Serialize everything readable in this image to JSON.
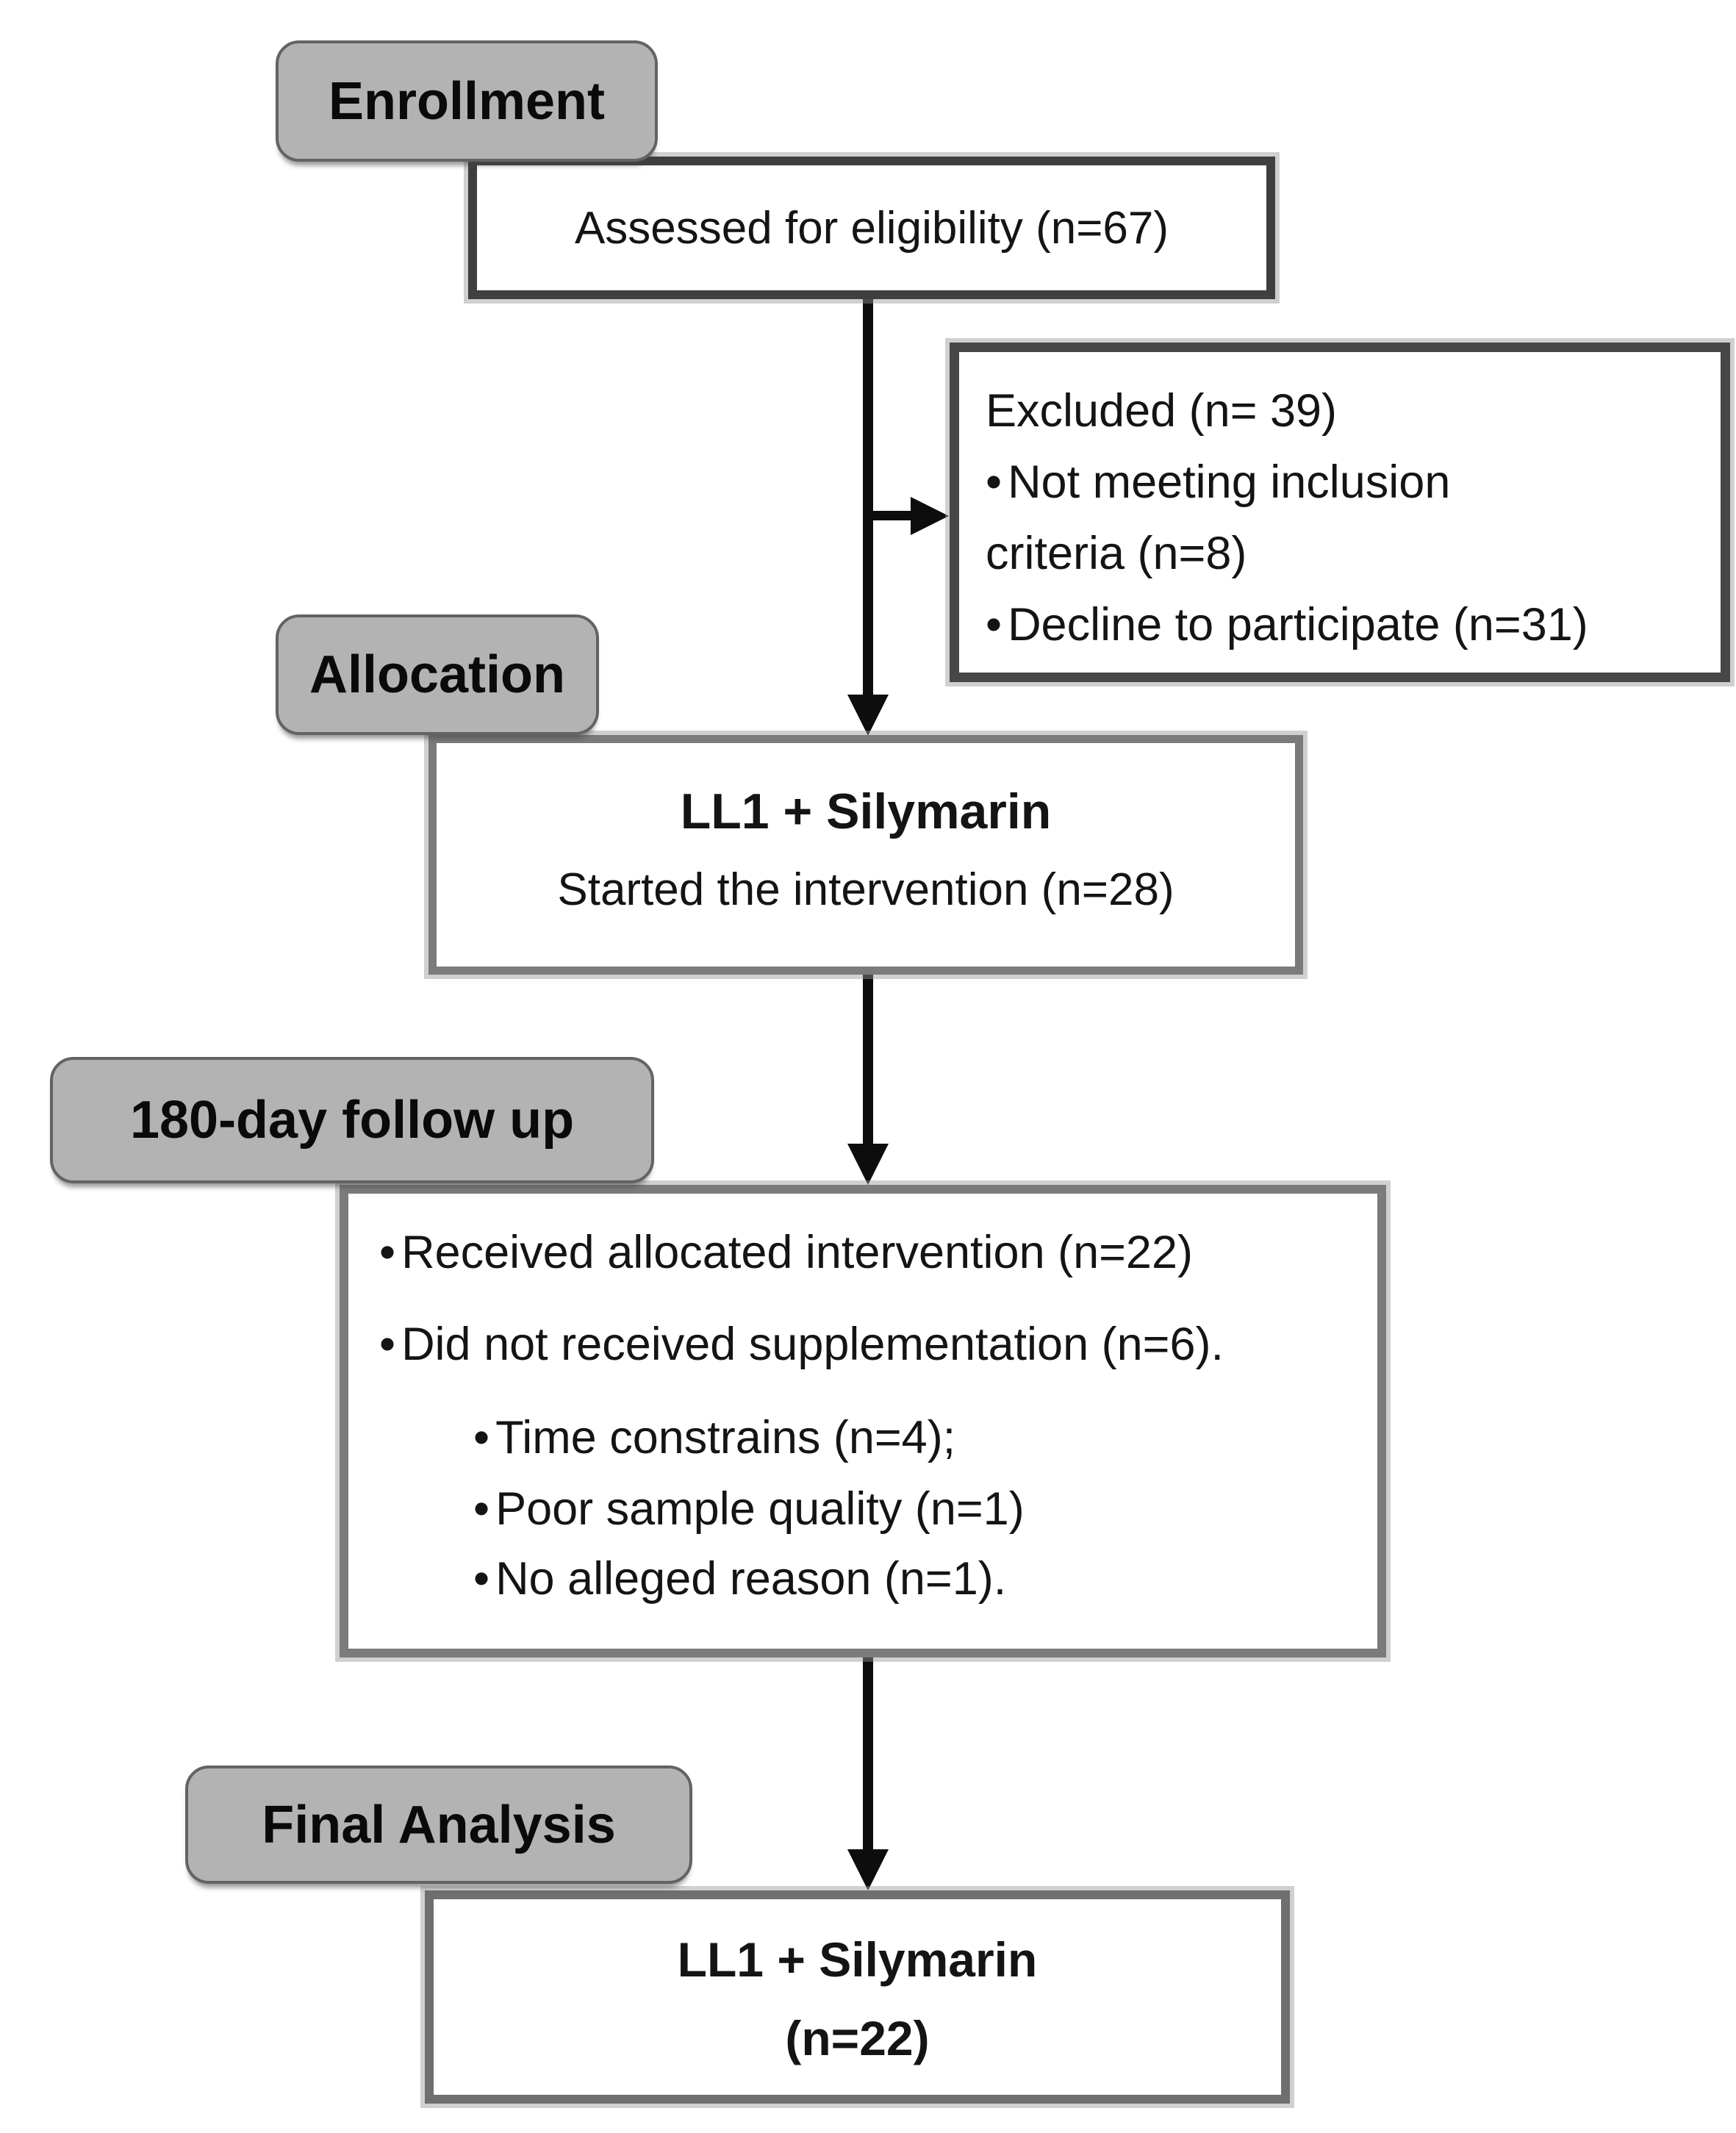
{
  "diagram": {
    "type": "consort-flow-diagram",
    "background": "#ffffff",
    "colors": {
      "stage_label_fill": "#b3b3b3",
      "stage_label_border": "#636363",
      "dark_box_border": "#3f3f3f",
      "gray_box_border": "#7b7b7b",
      "arrow": "#0d0d0d",
      "text": "#141414"
    },
    "glyphs": {
      "bullet": "•"
    },
    "stages": {
      "enrollment": "Enrollment",
      "allocation": "Allocation",
      "followup": "180-day follow up",
      "final": "Final Analysis"
    },
    "assessed": {
      "text": "Assessed for eligibility (n=67)"
    },
    "excluded": {
      "title": "Excluded (n= 39)",
      "bullet1_line1": "Not meeting inclusion",
      "bullet1_line2": "criteria (n=8)",
      "bullet2": "Decline to participate (n=31)"
    },
    "allocation_box": {
      "title": "LL1 + Silymarin",
      "subtitle": "Started the intervention (n=28)"
    },
    "followup_box": {
      "bullet1": "Received allocated intervention (n=22)",
      "bullet2": "Did not received supplementation (n=6).",
      "sub_bullet1": "Time constrains (n=4);",
      "sub_bullet2": "Poor sample quality (n=1)",
      "sub_bullet3": "No alleged reason (n=1)."
    },
    "final_box": {
      "title": "LL1 + Silymarin",
      "subtitle": "(n=22)"
    }
  }
}
